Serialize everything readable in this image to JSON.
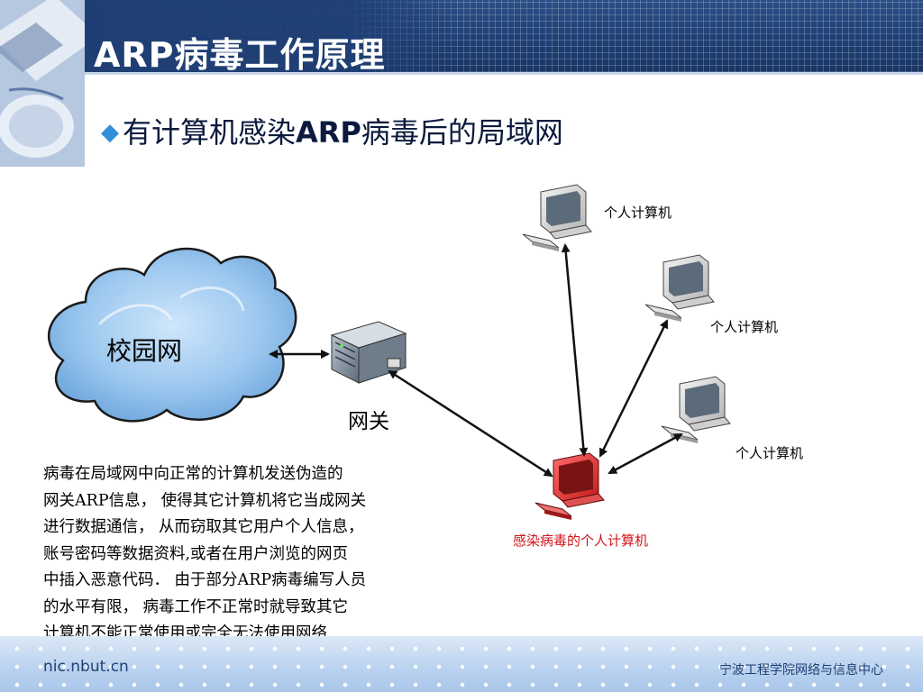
{
  "slide": {
    "title": "ARP病毒工作原理",
    "subtitle_bullet": "◆",
    "subtitle_a": "有计算机感染",
    "subtitle_b": "ARP",
    "subtitle_c": "病毒后的局域网"
  },
  "diagram": {
    "cloud_label": "校园网",
    "gateway_label": "网关",
    "pc1_label": "个人计算机",
    "pc2_label": "个人计算机",
    "pc3_label": "个人计算机",
    "infected_label": "感染病毒的个人计算机"
  },
  "description": "病毒在局域网中向正常的计算机发送伪造的\n网关ARP信息， 使得其它计算机将它当成网关\n进行数据通信， 从而窃取其它用户个人信息，\n账号密码等数据资料,或者在用户浏览的网页\n中插入恶意代码． 由于部分ARP病毒编写人员\n的水平有限， 病毒工作不正常时就导致其它\n计算机不能正常使用或完全无法使用网络.",
  "footer": {
    "site": "nic.nbut.cn",
    "org": "宁波工程学院网络与信息中心"
  },
  "colors": {
    "title_bar": "#1f3f74",
    "infected": "#d2141a",
    "bullet": "#2f8fd8"
  }
}
